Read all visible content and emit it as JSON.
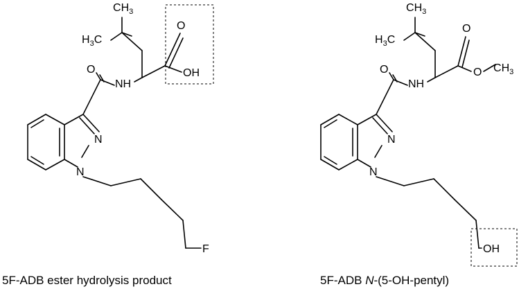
{
  "molecules": [
    {
      "caption": "5F-ADB ester hydrolysis product",
      "atoms": {
        "ch3_top": "CH3",
        "h3c_left": "H3C",
        "o_carbonyl": "O",
        "oh": "OH",
        "o_amide": "O",
        "nh": "NH",
        "n2": "N",
        "n1": "N",
        "f": "F"
      }
    },
    {
      "caption_prefix": "5F-ADB ",
      "caption_italic": "N",
      "caption_suffix": "-(5-OH-pentyl)",
      "atoms": {
        "ch3_top": "CH3",
        "h3c_left": "H3C",
        "o_carbonyl": "O",
        "o_ester": "O",
        "ch3_ester": "CH3",
        "o_amide": "O",
        "nh": "NH",
        "n2": "N",
        "n1": "N",
        "oh": "OH"
      }
    }
  ]
}
